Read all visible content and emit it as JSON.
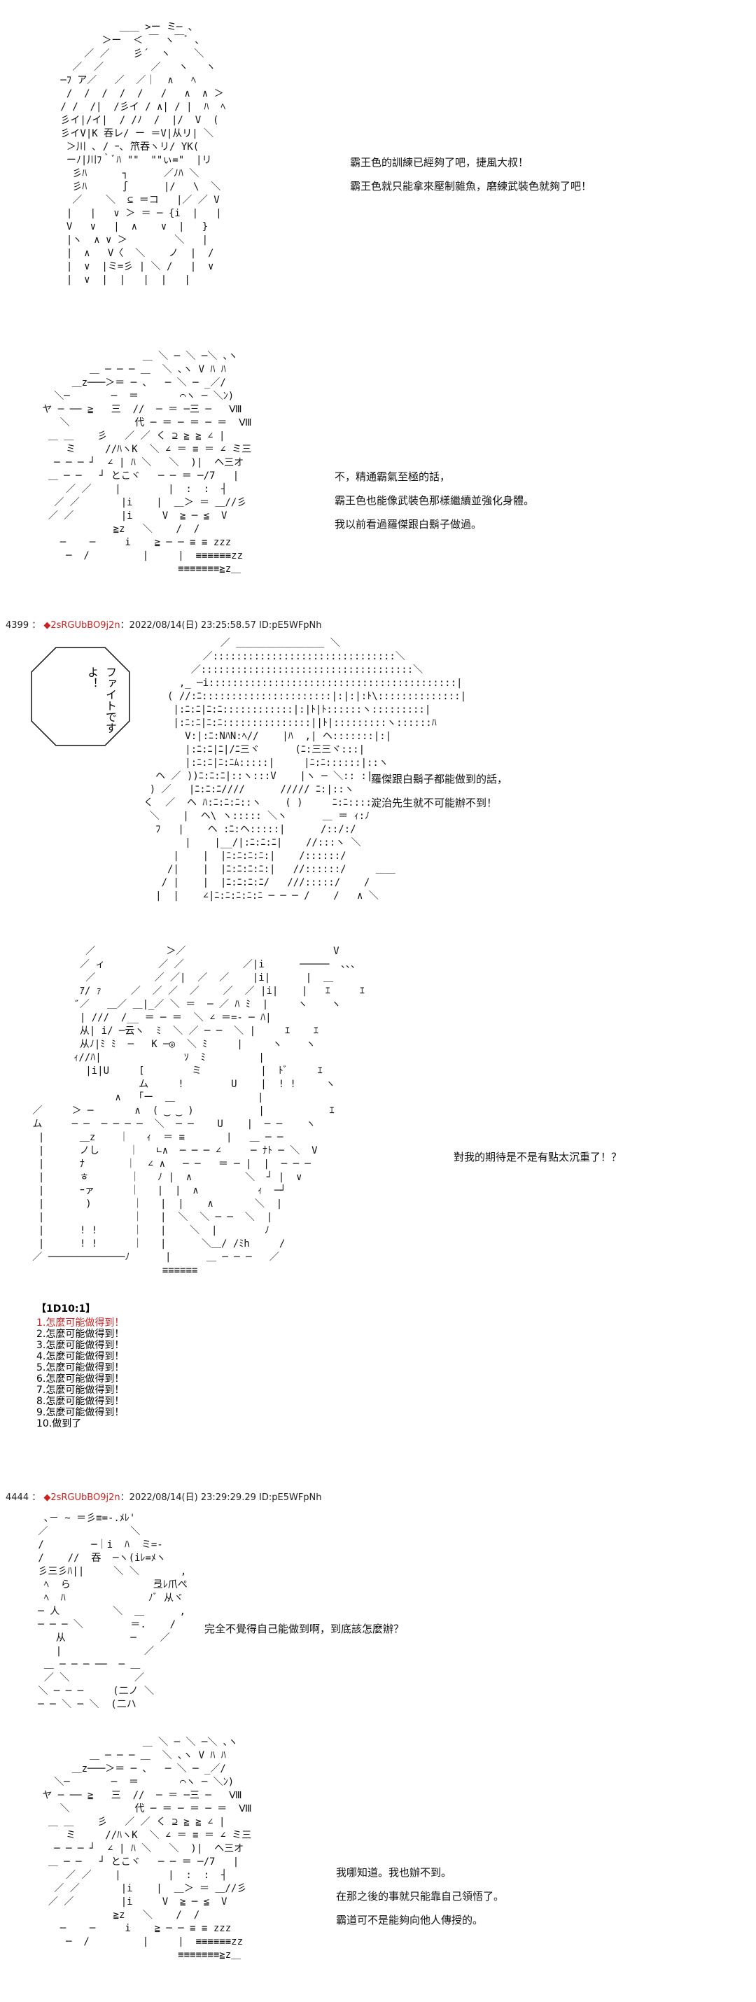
{
  "panel1": {
    "lines": [
      "霸王色的訓練已經夠了吧，捷風大叔！",
      "霸王色就只能拿來壓制雜魚，磨練武裝色就夠了吧！"
    ]
  },
  "panel2": {
    "lines": [
      "不，精通霸氣至極的話，",
      "霸王色也能像武裝色那樣繼續並強化身體。",
      "我以前看過羅傑跟白鬍子做過。"
    ]
  },
  "post1": {
    "number": "4399",
    "trip": "◆2sRGUbBO9j2n",
    "datetime": "2022/08/14(日) 23:25:58.57",
    "id": "ID:pE5WFpNh"
  },
  "panel3": {
    "bubble": "ファイトですよ！",
    "lines": [
      "羅傑跟白鬍子都能做到的話，",
      "淀治先生就不可能辦不到！"
    ]
  },
  "panel4": {
    "lines": [
      "對我的期待是不是有點太沉重了！？"
    ]
  },
  "idbox": {
    "title": "【1D10:1】",
    "items": [
      "1.怎麼可能做得到！",
      "2.怎麼可能做得到！",
      "3.怎麼可能做得到！",
      "4.怎麼可能做得到！",
      "5.怎麼可能做得到！",
      "6.怎麼可能做得到！",
      "7.怎麼可能做得到！",
      "8.怎麼可能做得到！",
      "9.怎麼可能做得到！",
      "10.做到了"
    ]
  },
  "post2": {
    "number": "4444",
    "trip": "◆2sRGUbBO9j2n",
    "datetime": "2022/08/14(日) 23:29:29.29",
    "id": "ID:pE5WFpNh"
  },
  "panel5": {
    "lines": [
      "完全不覺得自己能做到啊，到底該怎麼辦？"
    ]
  },
  "panel6": {
    "lines": [
      "我哪知道。我也辦不到。",
      "在那之後的事就只能靠自己領悟了。",
      "霸道可不是能夠向他人傳授的。"
    ]
  },
  "colors": {
    "trip": "#cc2222",
    "text": "#111111",
    "background": "#ffffff"
  }
}
